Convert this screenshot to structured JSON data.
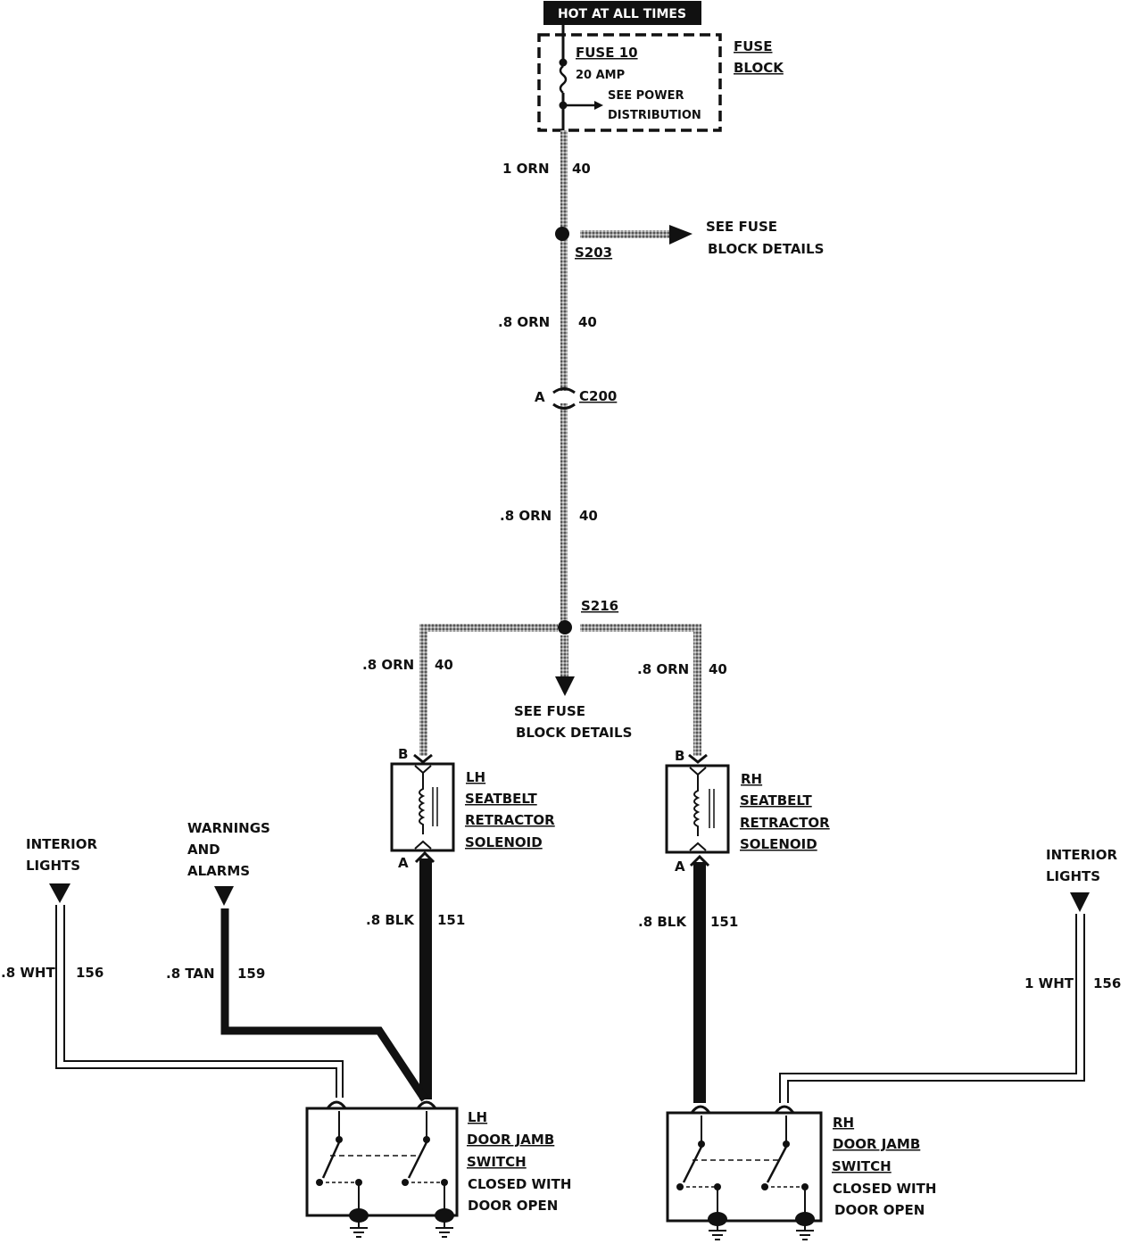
{
  "header": {
    "hot_label": "HOT AT ALL TIMES"
  },
  "fuse_block": {
    "fuse_label": "FUSE 10",
    "rating": "20 AMP",
    "see_power_line1": "SEE POWER",
    "see_power_line2": "DISTRIBUTION",
    "block_line1": "FUSE",
    "block_line2": "BLOCK"
  },
  "wires": {
    "w1_size": "1 ORN",
    "w1_circuit": "40",
    "w2_size": ".8 ORN",
    "w2_circuit": "40",
    "w3_size": ".8 ORN",
    "w3_circuit": "40",
    "left_branch_size": ".8 ORN",
    "left_branch_circuit": "40",
    "right_branch_size": ".8 ORN",
    "right_branch_circuit": "40",
    "lh_blk_size": ".8 BLK",
    "lh_blk_circuit": "151",
    "rh_blk_size": ".8 BLK",
    "rh_blk_circuit": "151",
    "lh_wht_size": ".8 WHT",
    "lh_wht_circuit": "156",
    "tan_size": ".8 TAN",
    "tan_circuit": "159",
    "rh_wht_size": "1 WHT",
    "rh_wht_circuit": "156"
  },
  "splices": {
    "s203": "S203",
    "see_fuse_1_line1": "SEE FUSE",
    "see_fuse_1_line2": "BLOCK DETAILS",
    "s216": "S216",
    "see_fuse_2_line1": "SEE FUSE",
    "see_fuse_2_line2": "BLOCK DETAILS"
  },
  "connector": {
    "pin": "A",
    "name": "C200"
  },
  "lh_solenoid": {
    "pin_b": "B",
    "pin_a": "A",
    "line1": "LH",
    "line2": "SEATBELT",
    "line3": "RETRACTOR",
    "line4": "SOLENOID"
  },
  "rh_solenoid": {
    "pin_b": "B",
    "pin_a": "A",
    "line1": "RH",
    "line2": "SEATBELT",
    "line3": "RETRACTOR",
    "line4": "SOLENOID"
  },
  "lh_interior": {
    "line1": "INTERIOR",
    "line2": "LIGHTS"
  },
  "warnings": {
    "line1": "WARNINGS",
    "line2": "AND",
    "line3": "ALARMS"
  },
  "rh_interior": {
    "line1": "INTERIOR",
    "line2": "LIGHTS"
  },
  "lh_switch": {
    "line1": "LH",
    "line2": "DOOR JAMB",
    "line3": "SWITCH",
    "line4": "CLOSED WITH",
    "line5": "DOOR OPEN"
  },
  "rh_switch": {
    "line1": "RH",
    "line2": "DOOR JAMB",
    "line3": "SWITCH",
    "line4": "CLOSED WITH",
    "line5": "DOOR OPEN"
  },
  "colors": {
    "ink": "#111111",
    "orange_wire": "#8a8a8a",
    "background": "#ffffff"
  }
}
